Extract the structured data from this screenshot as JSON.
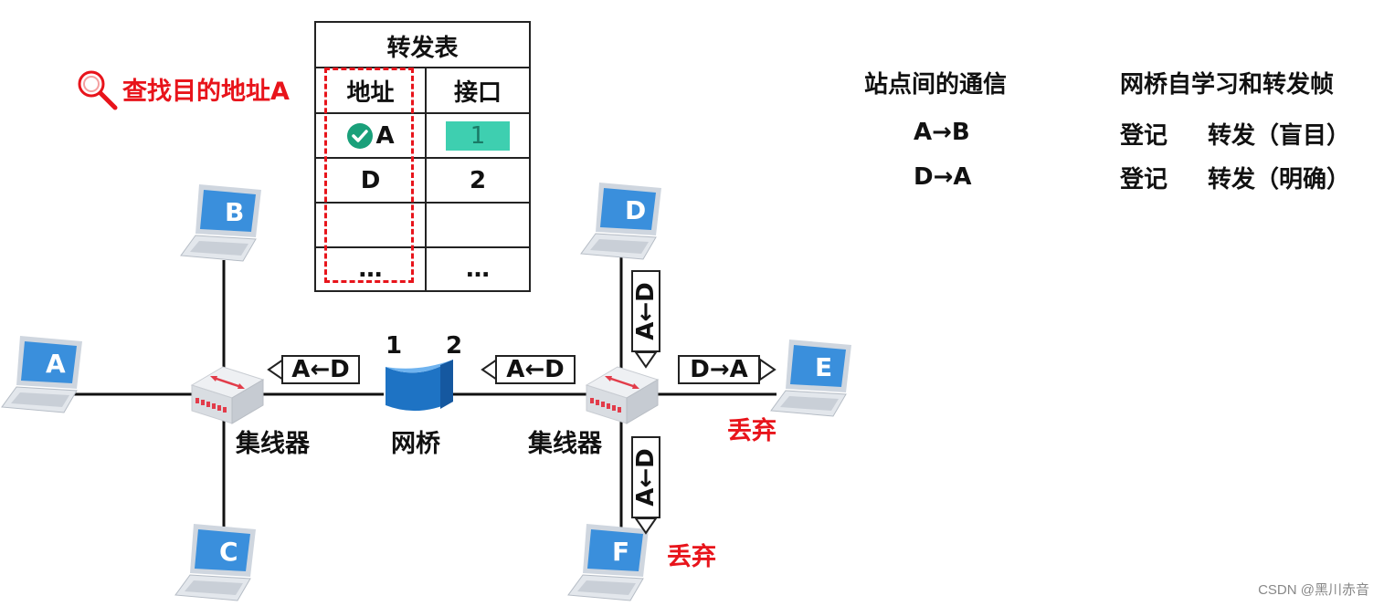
{
  "search_label": "查找目的地址A",
  "table": {
    "title": "转发表",
    "headers": [
      "地址",
      "接口"
    ],
    "rows": [
      {
        "address": "A",
        "interface": "1"
      },
      {
        "address": "D",
        "interface": "2"
      },
      {
        "address": "",
        "interface": ""
      },
      {
        "address": "…",
        "interface": "…"
      }
    ]
  },
  "right_panel": {
    "col1_header": "站点间的通信",
    "col2_header": "网桥自学习和转发帧",
    "rows": [
      {
        "comm": "A→B",
        "action1": "登记",
        "action2": "转发（盲目）"
      },
      {
        "comm": "D→A",
        "action1": "登记",
        "action2": "转发（明确）"
      }
    ]
  },
  "nodes": {
    "A": "A",
    "B": "B",
    "C": "C",
    "D": "D",
    "E": "E",
    "F": "F"
  },
  "hub_left_label": "集线器",
  "hub_right_label": "集线器",
  "bridge_label": "网桥",
  "bridge_port1": "1",
  "bridge_port2": "2",
  "frames": {
    "left_hub": "A←D",
    "between": "A←D",
    "to_e": "D→A",
    "up_d": "A←D",
    "down_f": "A←D"
  },
  "discard_e": "丢弃",
  "discard_f": "丢弃",
  "watermark": "CSDN @黑川赤音",
  "colors": {
    "laptop_screen": "#3a8fdc",
    "highlight": "#3ecfb0",
    "red": "#e8141b",
    "bridge": "#1e73c4"
  }
}
